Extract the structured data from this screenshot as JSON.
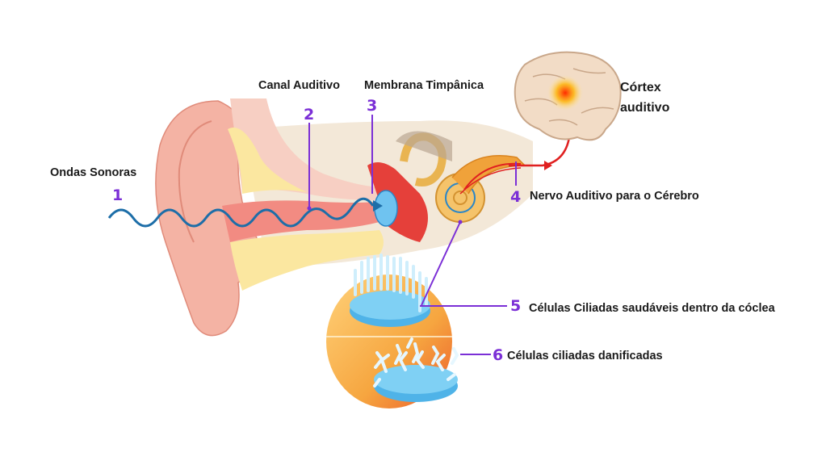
{
  "title": "Caminho do som no ouvido",
  "labels": {
    "sound_waves": {
      "number": "1",
      "text": "Ondas Sonoras"
    },
    "ear_canal": {
      "number": "2",
      "text": "Canal Auditivo"
    },
    "eardrum": {
      "number": "3",
      "text": "Membrana Timpânica"
    },
    "auditory_nerve": {
      "number": "4",
      "text": "Nervo Auditivo para o Cérebro"
    },
    "healthy_cells": {
      "number": "5",
      "text": "Células Ciliadas saudáveis dentro da cóclea"
    },
    "damaged_cells": {
      "number": "6",
      "text": "Células ciliadas danificadas"
    },
    "cortex_line1": "Córtex",
    "cortex_line2": "auditivo"
  },
  "colors": {
    "accent": "#7b2fd6",
    "wave": "#1d6ea8",
    "signal": "#e02020"
  }
}
